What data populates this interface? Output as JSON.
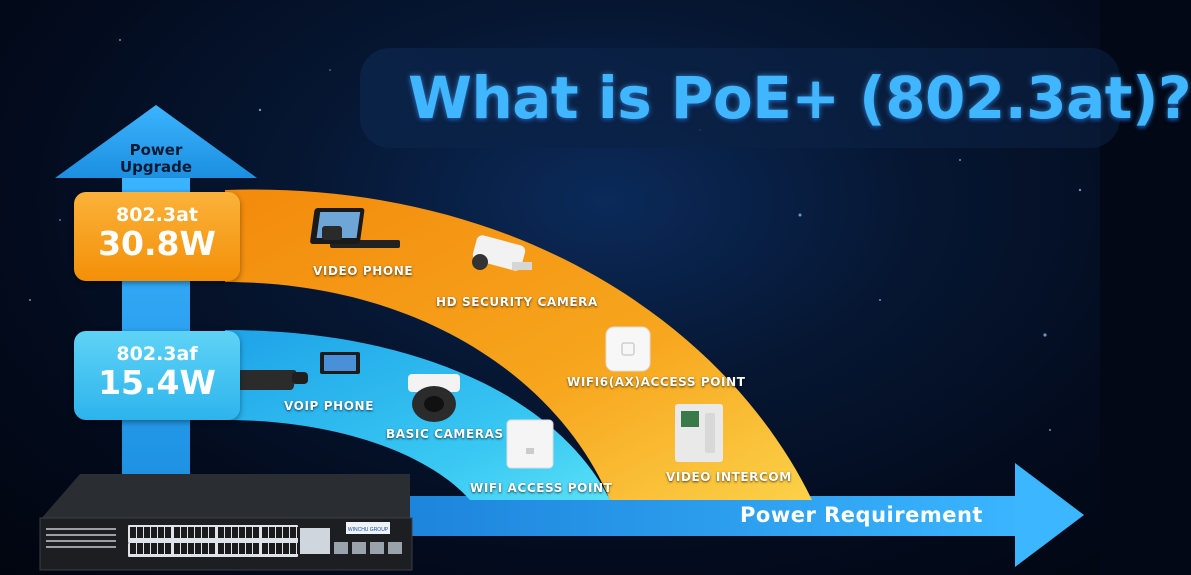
{
  "title": "What is PoE+ (802.3at)?",
  "axis": {
    "vertical_label_line1": "Power",
    "vertical_label_line2": "Upgrade",
    "horizontal_label": "Power Requirement"
  },
  "tiers": [
    {
      "standard": "802.3at",
      "power": "30.8W",
      "color": "#f7a21b"
    },
    {
      "standard": "802.3af",
      "power": "15.4W",
      "color": "#36c4f0"
    }
  ],
  "devices_at": [
    {
      "label": "VIDEO PHONE",
      "icon": "video-phone-icon"
    },
    {
      "label": "HD SECURITY CAMERA",
      "icon": "security-camera-icon"
    },
    {
      "label": "WIFI6(AX)ACCESS POINT",
      "icon": "access-point-icon"
    },
    {
      "label": "VIDEO INTERCOM",
      "icon": "video-intercom-icon"
    }
  ],
  "devices_af": [
    {
      "label": "VOIP PHONE",
      "icon": "voip-phone-icon"
    },
    {
      "label": "BASIC CAMERAS",
      "icon": "dome-camera-icon"
    },
    {
      "label": "WIFI ACCESS POINT",
      "icon": "wall-access-point-icon"
    }
  ],
  "switch": {
    "brand": "WINCHU GROUP",
    "icon": "poe-switch-icon"
  },
  "colors": {
    "orange": "#f7a21b",
    "blue": "#36c4f0",
    "arrow_blue": "#2aa8f2",
    "title_blue": "#3fb6ff"
  }
}
